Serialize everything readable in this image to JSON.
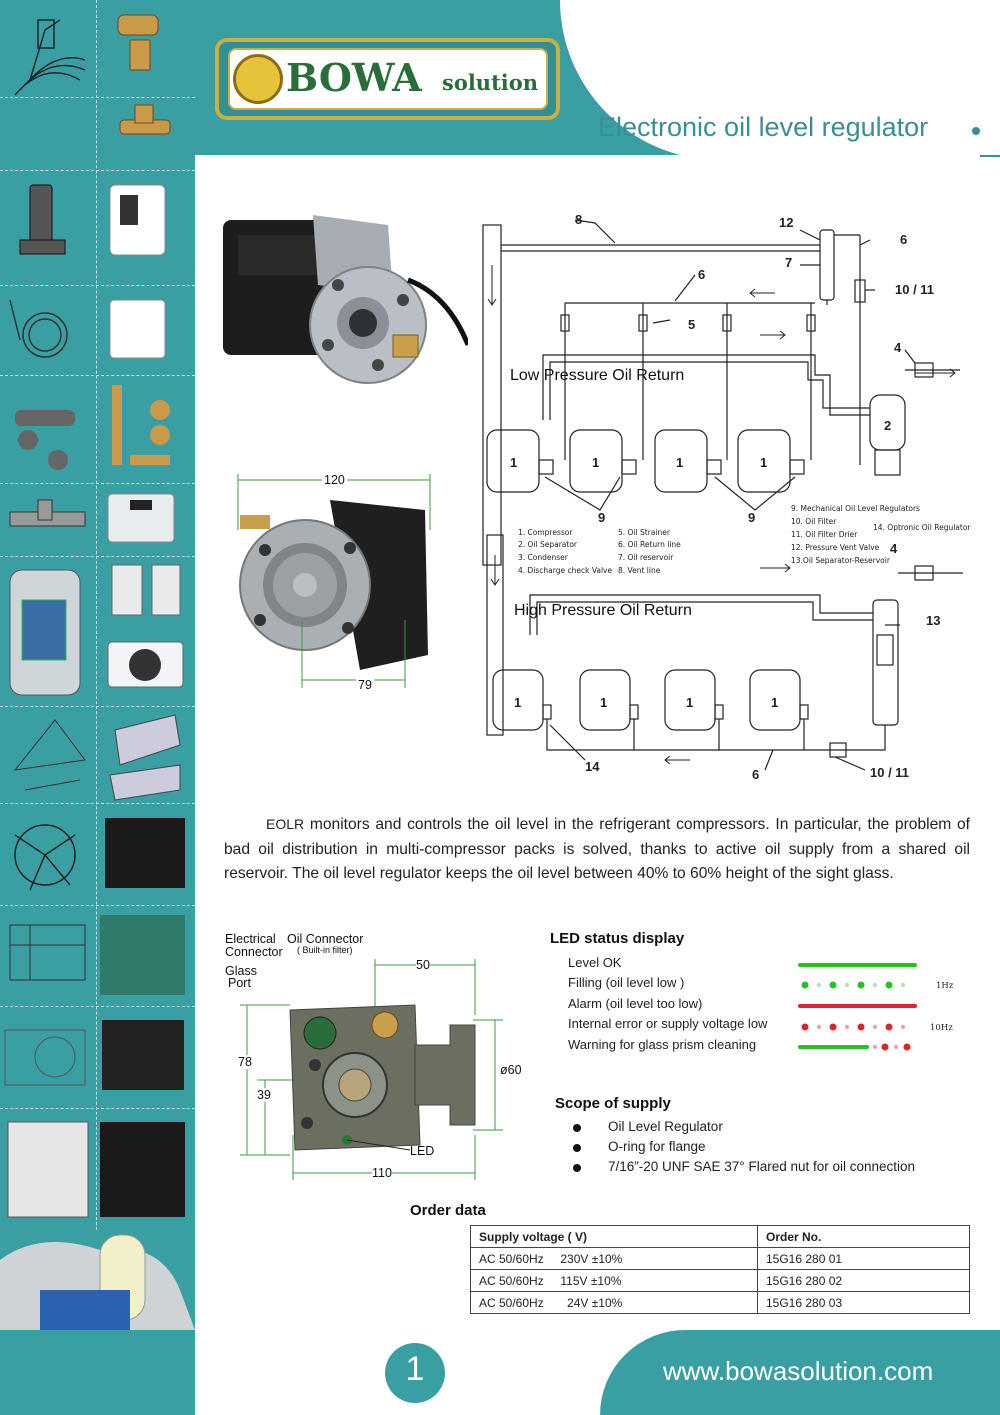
{
  "header": {
    "logo_text": "BOWA",
    "logo_sub": "solution",
    "title": "Electronic oil level regulator"
  },
  "diagram": {
    "low_pressure_label": "Low Pressure Oil Return",
    "high_pressure_label": "High Pressure Oil Return",
    "numbers_top": [
      "8",
      "12",
      "6",
      "7",
      "6",
      "10 / 11",
      "5",
      "4",
      "2",
      "9",
      "9"
    ],
    "numbers_bottom": [
      "4",
      "13",
      "14",
      "6",
      "10 / 11"
    ],
    "compressor_label": "1",
    "legend_col1": [
      "1. Compressor",
      "2. Oil Separator",
      "3. Condenser",
      "4. Discharge check Valve"
    ],
    "legend_col2": [
      "5. Oil Strainer",
      "6. Oil Return line",
      "7. Oil reservoir",
      "8. Vent line"
    ],
    "legend_col3": [
      "9. Mechanical Oil Level Regulators",
      "10. Oil Filter",
      "11. Oil Filter Drier",
      "12. Pressure Vent Valve",
      "13.Oil Separator-Reservoir"
    ],
    "legend_col4": [
      "14. Optronic Oil Regulator"
    ]
  },
  "dims_top": {
    "width": "120",
    "bottom": "79"
  },
  "description": {
    "lead": "EOLR",
    "text": " monitors and controls the oil level in the refrigerant compressors. In particular, the problem of bad oil distribution in multi-compressor packs is solved, thanks to active oil supply from a shared oil reservoir. The oil level regulator keeps the oil level between 40% to 60% height of the sight glass."
  },
  "part_labels": {
    "electrical": "Electrical",
    "connector": "Connector",
    "oil_connector": "Oil Connector",
    "built_in": "( Built-in filter)",
    "glass": "Glass",
    "port": "Port",
    "led": "LED",
    "dim_50": "50",
    "dim_78": "78",
    "dim_39": "39",
    "dim_60": "ø60",
    "dim_110": "110"
  },
  "led": {
    "heading": "LED status display",
    "items": [
      "Level OK",
      "Filling (oil level low )",
      "Alarm (oil level too low)",
      "Internal error or supply voltage low",
      "Warning for glass prism cleaning"
    ],
    "freq_1": "1Hz",
    "freq_2": "10Hz",
    "colors": {
      "green": "#22c422",
      "red": "#e0242b"
    }
  },
  "scope": {
    "heading": "Scope of supply",
    "items": [
      "Oil Level Regulator",
      "O-ring for flange",
      "7/16”-20 UNF SAE 37° Flared nut for oil connection"
    ]
  },
  "order": {
    "heading": "Order data",
    "columns": [
      "Supply voltage ( V)",
      "Order No."
    ],
    "rows": [
      [
        "AC 50/60Hz     230V ±10%",
        "15G16 280 01"
      ],
      [
        "AC 50/60Hz     115V ±10%",
        "15G16 280 02"
      ],
      [
        "AC 50/60Hz       24V ±10%",
        "15G16 280 03"
      ]
    ]
  },
  "footer": {
    "page": "1",
    "url": "www.bowasolution.com"
  },
  "theme": {
    "teal": "#3a9fa3",
    "gold": "#c8b045"
  }
}
